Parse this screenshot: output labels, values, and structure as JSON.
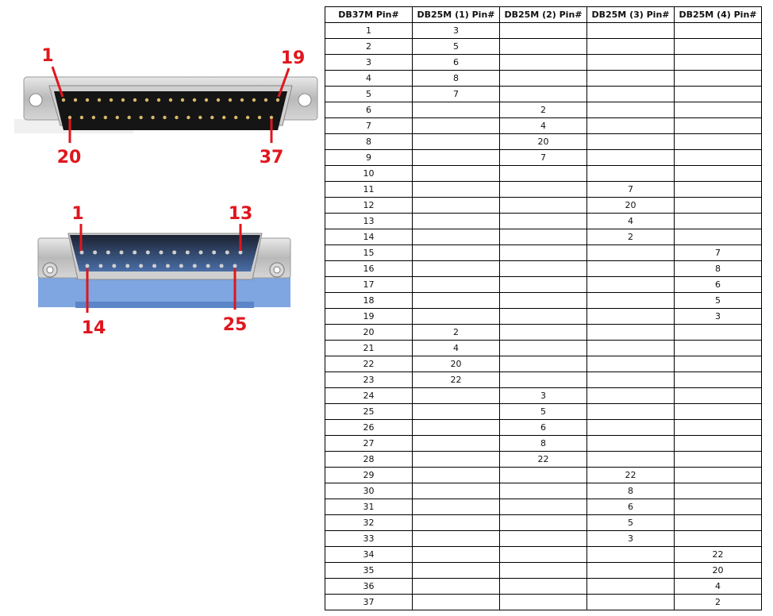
{
  "connectors": {
    "db37": {
      "labels": {
        "top_left": "1",
        "top_right": "19",
        "bottom_left": "20",
        "bottom_right": "37"
      }
    },
    "db25": {
      "labels": {
        "top_left": "1",
        "top_right": "13",
        "bottom_left": "14",
        "bottom_right": "25"
      }
    }
  },
  "colors": {
    "label": "#e0161e",
    "table_border": "#000000"
  },
  "table": {
    "headers": [
      "DB37M Pin#",
      "DB25M (1) Pin#",
      "DB25M (2) Pin#",
      "DB25M (3) Pin#",
      "DB25M (4) Pin#"
    ],
    "rows": [
      [
        "1",
        "3",
        "",
        "",
        ""
      ],
      [
        "2",
        "5",
        "",
        "",
        ""
      ],
      [
        "3",
        "6",
        "",
        "",
        ""
      ],
      [
        "4",
        "8",
        "",
        "",
        ""
      ],
      [
        "5",
        "7",
        "",
        "",
        ""
      ],
      [
        "6",
        "",
        "2",
        "",
        ""
      ],
      [
        "7",
        "",
        "4",
        "",
        ""
      ],
      [
        "8",
        "",
        "20",
        "",
        ""
      ],
      [
        "9",
        "",
        "7",
        "",
        ""
      ],
      [
        "10",
        "",
        "",
        "",
        ""
      ],
      [
        "11",
        "",
        "",
        "7",
        ""
      ],
      [
        "12",
        "",
        "",
        "20",
        ""
      ],
      [
        "13",
        "",
        "",
        "4",
        ""
      ],
      [
        "14",
        "",
        "",
        "2",
        ""
      ],
      [
        "15",
        "",
        "",
        "",
        "7"
      ],
      [
        "16",
        "",
        "",
        "",
        "8"
      ],
      [
        "17",
        "",
        "",
        "",
        "6"
      ],
      [
        "18",
        "",
        "",
        "",
        "5"
      ],
      [
        "19",
        "",
        "",
        "",
        "3"
      ],
      [
        "20",
        "2",
        "",
        "",
        ""
      ],
      [
        "21",
        "4",
        "",
        "",
        ""
      ],
      [
        "22",
        "20",
        "",
        "",
        ""
      ],
      [
        "23",
        "22",
        "",
        "",
        ""
      ],
      [
        "24",
        "",
        "3",
        "",
        ""
      ],
      [
        "25",
        "",
        "5",
        "",
        ""
      ],
      [
        "26",
        "",
        "6",
        "",
        ""
      ],
      [
        "27",
        "",
        "8",
        "",
        ""
      ],
      [
        "28",
        "",
        "22",
        "",
        ""
      ],
      [
        "29",
        "",
        "",
        "22",
        ""
      ],
      [
        "30",
        "",
        "",
        "8",
        ""
      ],
      [
        "31",
        "",
        "",
        "6",
        ""
      ],
      [
        "32",
        "",
        "",
        "5",
        ""
      ],
      [
        "33",
        "",
        "",
        "3",
        ""
      ],
      [
        "34",
        "",
        "",
        "",
        "22"
      ],
      [
        "35",
        "",
        "",
        "",
        "20"
      ],
      [
        "36",
        "",
        "",
        "",
        "4"
      ],
      [
        "37",
        "",
        "",
        "",
        "2"
      ]
    ]
  }
}
